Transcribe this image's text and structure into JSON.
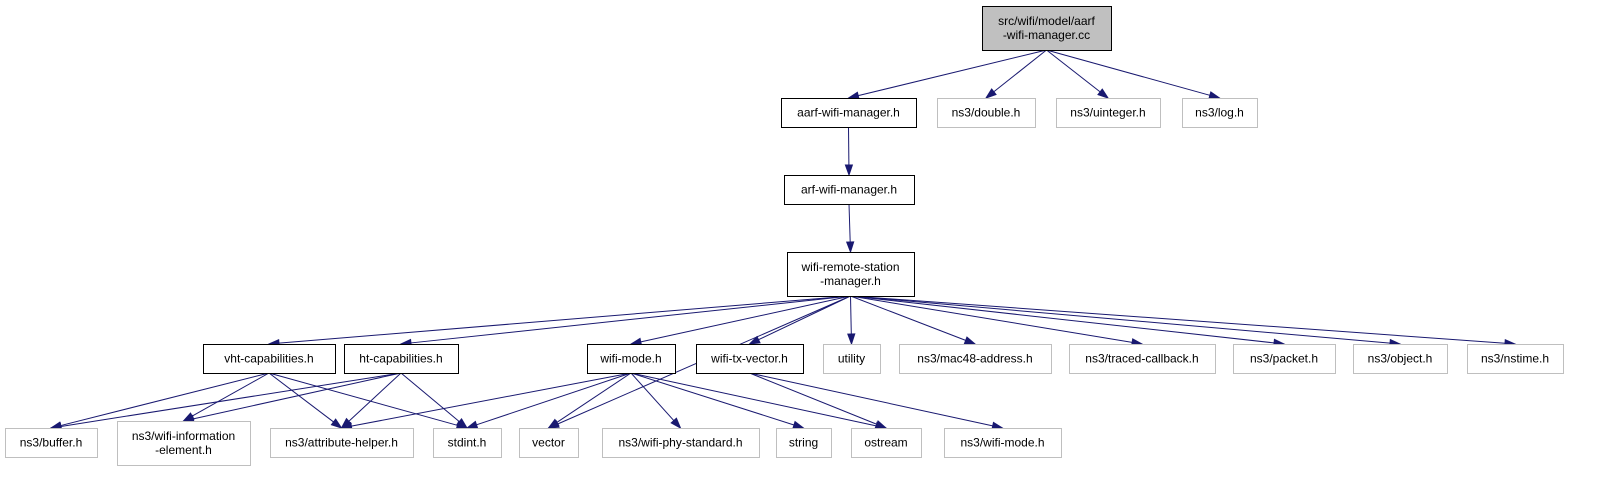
{
  "colors": {
    "edge": "#191970",
    "main_fill": "#c0c0c0",
    "local_border": "#000000",
    "external_border": "#bfbfbf"
  },
  "nodes": [
    {
      "id": "root",
      "lines": [
        "src/wifi/model/aarf",
        "-wifi-manager.cc"
      ],
      "kind": "main"
    },
    {
      "id": "aarf",
      "lines": [
        "aarf-wifi-manager.h"
      ],
      "kind": "local"
    },
    {
      "id": "double",
      "lines": [
        "ns3/double.h"
      ],
      "kind": "external"
    },
    {
      "id": "uinteger",
      "lines": [
        "ns3/uinteger.h"
      ],
      "kind": "external"
    },
    {
      "id": "log",
      "lines": [
        "ns3/log.h"
      ],
      "kind": "external"
    },
    {
      "id": "arf",
      "lines": [
        "arf-wifi-manager.h"
      ],
      "kind": "local"
    },
    {
      "id": "wrsm",
      "lines": [
        "wifi-remote-station",
        "-manager.h"
      ],
      "kind": "local"
    },
    {
      "id": "vht",
      "lines": [
        "vht-capabilities.h"
      ],
      "kind": "local"
    },
    {
      "id": "ht",
      "lines": [
        "ht-capabilities.h"
      ],
      "kind": "local"
    },
    {
      "id": "wmode",
      "lines": [
        "wifi-mode.h"
      ],
      "kind": "local"
    },
    {
      "id": "txvec",
      "lines": [
        "wifi-tx-vector.h"
      ],
      "kind": "local"
    },
    {
      "id": "utility",
      "lines": [
        "utility"
      ],
      "kind": "external"
    },
    {
      "id": "mac48",
      "lines": [
        "ns3/mac48-address.h"
      ],
      "kind": "external"
    },
    {
      "id": "traced",
      "lines": [
        "ns3/traced-callback.h"
      ],
      "kind": "external"
    },
    {
      "id": "packet",
      "lines": [
        "ns3/packet.h"
      ],
      "kind": "external"
    },
    {
      "id": "object",
      "lines": [
        "ns3/object.h"
      ],
      "kind": "external"
    },
    {
      "id": "nstime",
      "lines": [
        "ns3/nstime.h"
      ],
      "kind": "external"
    },
    {
      "id": "buffer",
      "lines": [
        "ns3/buffer.h"
      ],
      "kind": "external"
    },
    {
      "id": "wie",
      "lines": [
        "ns3/wifi-information",
        "-element.h"
      ],
      "kind": "external"
    },
    {
      "id": "attr",
      "lines": [
        "ns3/attribute-helper.h"
      ],
      "kind": "external"
    },
    {
      "id": "stdint",
      "lines": [
        "stdint.h"
      ],
      "kind": "external"
    },
    {
      "id": "vector",
      "lines": [
        "vector"
      ],
      "kind": "external"
    },
    {
      "id": "phystd",
      "lines": [
        "ns3/wifi-phy-standard.h"
      ],
      "kind": "external"
    },
    {
      "id": "string",
      "lines": [
        "string"
      ],
      "kind": "external"
    },
    {
      "id": "ostream",
      "lines": [
        "ostream"
      ],
      "kind": "external"
    },
    {
      "id": "ns3wmode",
      "lines": [
        "ns3/wifi-mode.h"
      ],
      "kind": "external"
    }
  ],
  "edges": [
    {
      "from": "root",
      "to": "aarf"
    },
    {
      "from": "root",
      "to": "double"
    },
    {
      "from": "root",
      "to": "uinteger"
    },
    {
      "from": "root",
      "to": "log"
    },
    {
      "from": "aarf",
      "to": "arf"
    },
    {
      "from": "arf",
      "to": "wrsm"
    },
    {
      "from": "wrsm",
      "to": "vht"
    },
    {
      "from": "wrsm",
      "to": "ht"
    },
    {
      "from": "wrsm",
      "to": "vector"
    },
    {
      "from": "wrsm",
      "to": "wmode"
    },
    {
      "from": "wrsm",
      "to": "txvec"
    },
    {
      "from": "wrsm",
      "to": "utility"
    },
    {
      "from": "wrsm",
      "to": "mac48"
    },
    {
      "from": "wrsm",
      "to": "traced"
    },
    {
      "from": "wrsm",
      "to": "packet"
    },
    {
      "from": "wrsm",
      "to": "object"
    },
    {
      "from": "wrsm",
      "to": "nstime"
    },
    {
      "from": "vht",
      "to": "buffer"
    },
    {
      "from": "vht",
      "to": "wie"
    },
    {
      "from": "vht",
      "to": "attr"
    },
    {
      "from": "vht",
      "to": "stdint"
    },
    {
      "from": "ht",
      "to": "buffer"
    },
    {
      "from": "ht",
      "to": "wie"
    },
    {
      "from": "ht",
      "to": "attr"
    },
    {
      "from": "ht",
      "to": "stdint"
    },
    {
      "from": "wmode",
      "to": "attr"
    },
    {
      "from": "wmode",
      "to": "stdint"
    },
    {
      "from": "wmode",
      "to": "vector"
    },
    {
      "from": "wmode",
      "to": "phystd"
    },
    {
      "from": "wmode",
      "to": "string"
    },
    {
      "from": "wmode",
      "to": "ostream"
    },
    {
      "from": "txvec",
      "to": "ostream"
    },
    {
      "from": "txvec",
      "to": "ns3wmode"
    }
  ]
}
